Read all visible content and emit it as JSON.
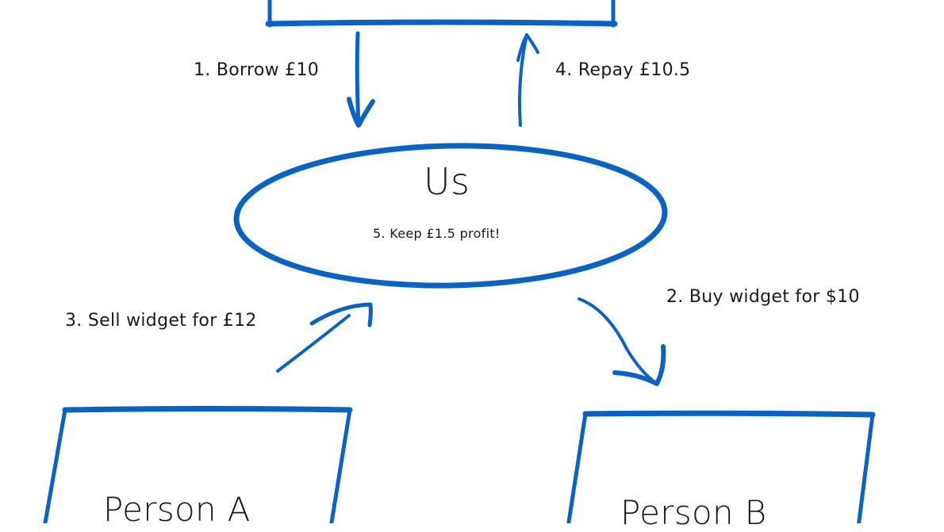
{
  "diagram": {
    "stroke_color": "#0a63c2",
    "nodes": {
      "lender": {
        "label": ""
      },
      "us": {
        "label": "Us",
        "note": "5. Keep £1.5 profit!"
      },
      "person_a": {
        "label": "Person A"
      },
      "person_b": {
        "label": "Person B"
      }
    },
    "edges": [
      {
        "id": "borrow",
        "label": "1. Borrow £10",
        "from": "lender",
        "to": "us"
      },
      {
        "id": "buy",
        "label": "2. Buy widget for $10",
        "from": "us",
        "to": "person_b"
      },
      {
        "id": "sell",
        "label": "3. Sell widget for £12",
        "from": "person_a",
        "to": "us"
      },
      {
        "id": "repay",
        "label": "4. Repay £10.5",
        "from": "us",
        "to": "lender"
      }
    ]
  }
}
